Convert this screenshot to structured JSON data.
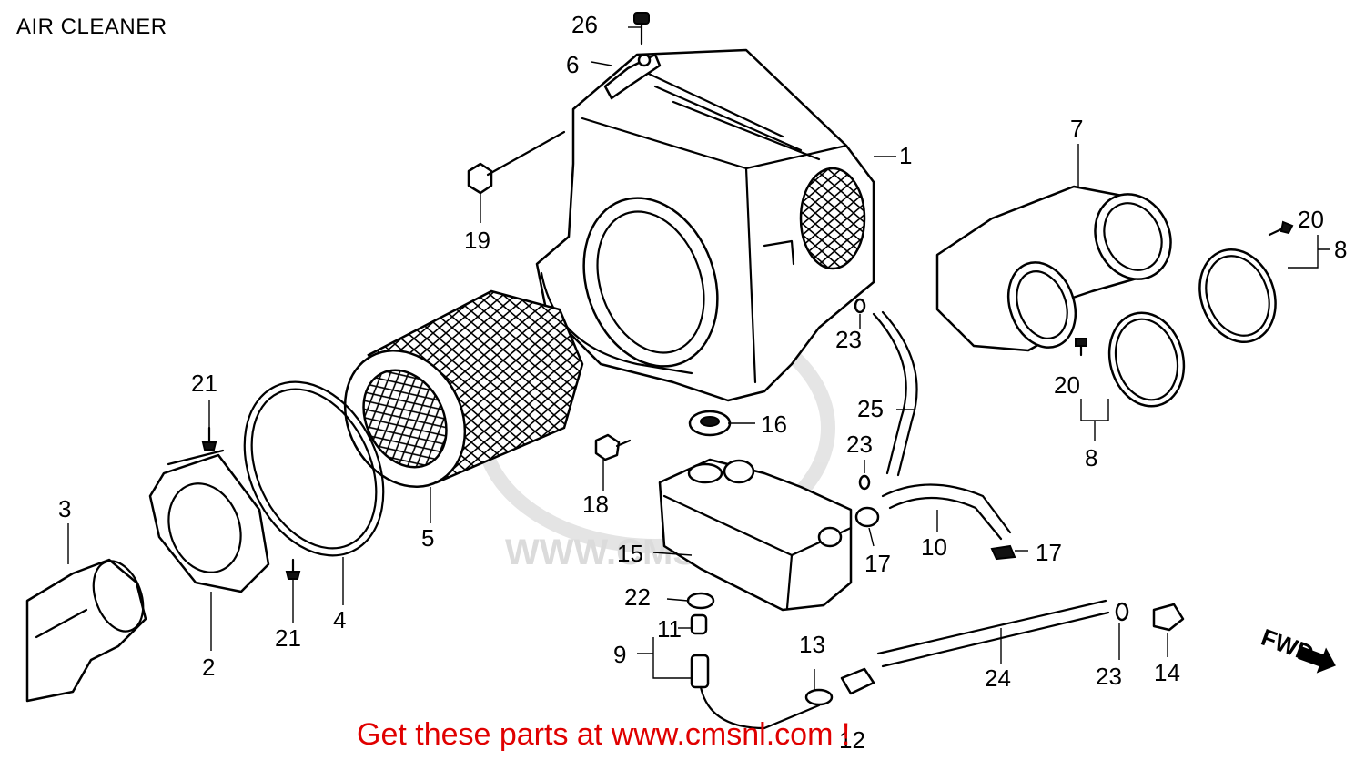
{
  "title": "AIR CLEANER",
  "promo_text": "Get these parts at www.cmsnl.com !",
  "watermark": "WWW.CMSNL.COM",
  "fwd_label": "FWD",
  "labels": {
    "l1": "1",
    "l2": "2",
    "l3": "3",
    "l4": "4",
    "l5": "5",
    "l6": "6",
    "l7": "7",
    "l8a": "8",
    "l8b": "8",
    "l9": "9",
    "l10": "10",
    "l11": "11",
    "l12": "12",
    "l13": "13",
    "l14": "14",
    "l15": "15",
    "l16": "16",
    "l17a": "17",
    "l17b": "17",
    "l18": "18",
    "l19": "19",
    "l20a": "20",
    "l20b": "20",
    "l21a": "21",
    "l21b": "21",
    "l22": "22",
    "l23a": "23",
    "l23b": "23",
    "l23c": "23",
    "l24": "24",
    "l25": "25",
    "l26": "26"
  },
  "colors": {
    "promo": "#e00000",
    "ink": "#000000",
    "watermark": "#d8d8d8"
  }
}
